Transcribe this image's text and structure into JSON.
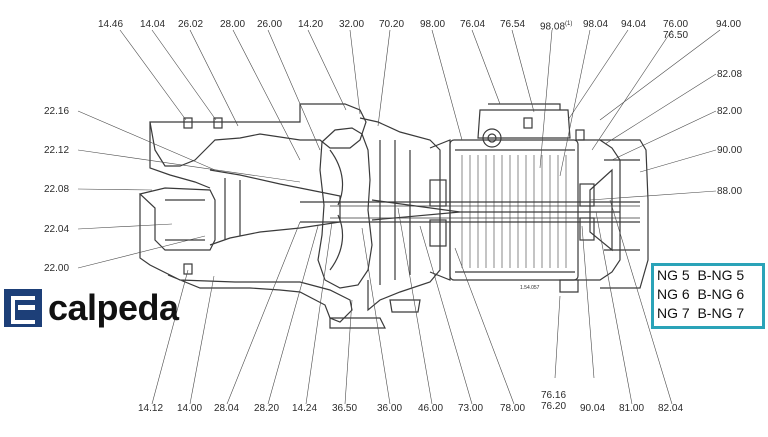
{
  "brand": {
    "name": "calpeda"
  },
  "models": [
    "NG 5  B-NG 5",
    "NG 6  B-NG 6",
    "NG 7  B-NG 7"
  ],
  "labels": {
    "top": [
      "14.46",
      "14.04",
      "26.02",
      "28.00",
      "26.00",
      "14.20",
      "32.00",
      "70.20",
      "98.00",
      "76.04",
      "76.54",
      "98.08",
      "98.04",
      "94.04",
      "76.00",
      "76.50",
      "94.00"
    ],
    "footnote_mark": "(1)",
    "left": [
      "22.16",
      "22.12",
      "22.08",
      "22.04",
      "22.00"
    ],
    "right": [
      "82.08",
      "82.00",
      "90.00",
      "88.00"
    ],
    "bottom": [
      "14.12",
      "14.00",
      "28.04",
      "28.20",
      "14.24",
      "36.50",
      "36.00",
      "46.00",
      "73.00",
      "78.00",
      "76.16",
      "76.20",
      "90.04",
      "81.00",
      "82.04"
    ]
  },
  "drawing_code": "1.54.057",
  "colors": {
    "brand_blue": "#1d3f78",
    "frame_teal": "#2aa3b8",
    "line": "#3a3a3a"
  }
}
